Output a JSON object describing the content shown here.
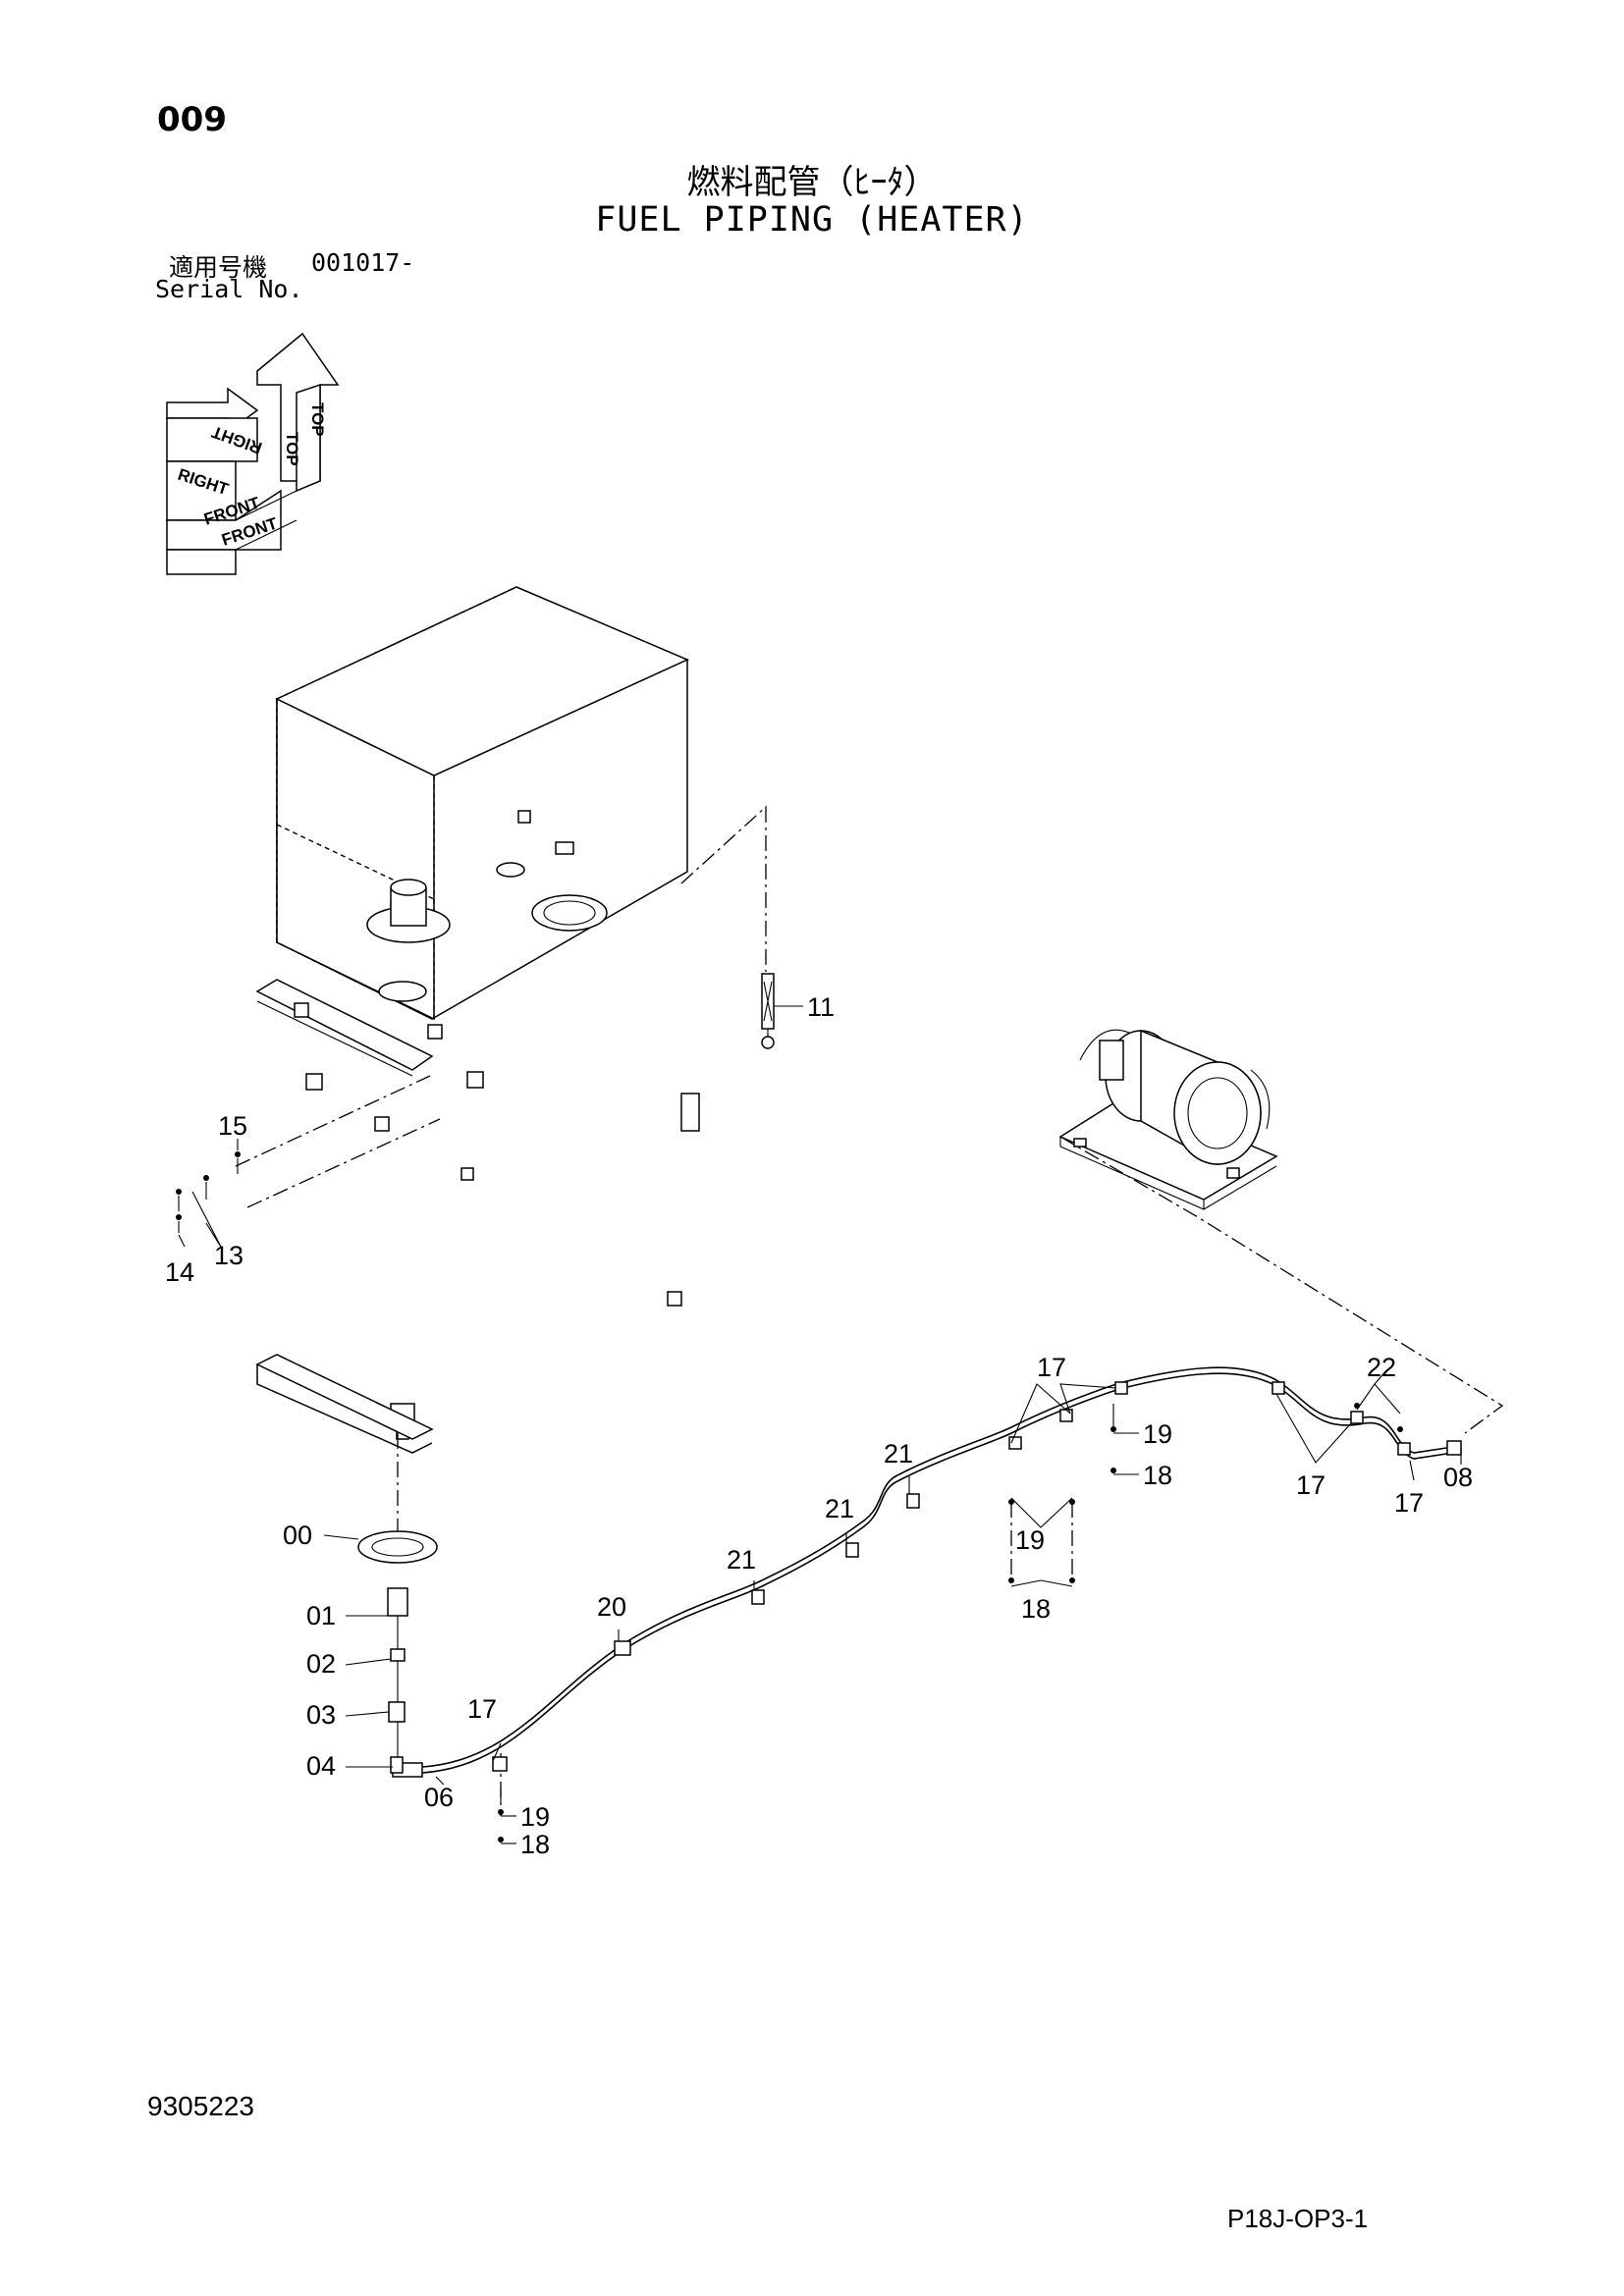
{
  "header": {
    "page_code": "009",
    "title_jp": "燃料配管（ﾋｰﾀ）",
    "title_en": "FUEL PIPING (HEATER)",
    "serial_label_jp": "適用号機",
    "serial_number": "001017-",
    "serial_label_en": "Serial No."
  },
  "orientation": {
    "top_label": "TOP",
    "right_label": "RIGHT",
    "front_label": "FRONT"
  },
  "callouts": {
    "c00": "00",
    "c01": "01",
    "c02": "02",
    "c03": "03",
    "c04": "04",
    "c06": "06",
    "c08": "08",
    "c11": "11",
    "c13": "13",
    "c14": "14",
    "c15": "15",
    "c17": "17",
    "c18": "18",
    "c19": "19",
    "c20": "20",
    "c21": "21",
    "c22": "22"
  },
  "footer": {
    "drawing_number": "9305223",
    "page_ref": "P18J-OP3-1"
  }
}
